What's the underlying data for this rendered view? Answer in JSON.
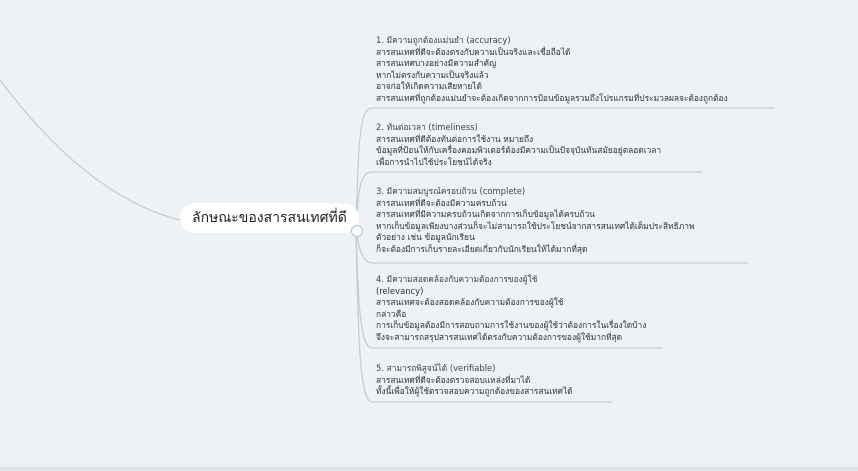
{
  "central": {
    "label": "ลักษณะของสารสนเทศที่ดี"
  },
  "topics": [
    {
      "title": "1. มีความถูกต้องแม่นยำ (accuracy)",
      "lines": [
        "สารสนเทศที่ดีจะต้องตรงกับความเป็นจริงและเชื่อถือได้",
        "สารสนเทศบางอย่างมีความสำคัญ",
        "หากไม่ตรงกับความเป็นจริงแล้ว",
        "อาจก่อให้เกิดความเสียหายได้",
        "สารสนเทศที่ถูกต้องแม่นยำจะต้องเกิดจากการป้อนข้อมูลรวมถึงโปรแกรมที่ประมวลผลจะต้องถูกต้อง"
      ]
    },
    {
      "title": "2. ทันต่อเวลา (timeliness)",
      "lines": [
        "สารสนเทศที่ดีต้องทันต่อการใช้งาน หมายถึง",
        "ข้อมูลที่ป้อนให้กับเครื่องคอมพิวเตอร์ต้องมีความเป็นปัจจุบันทันสมัยอยู่ตลอดเวลา",
        "เพื่อการนำไปใช้ประโยชน์ได้จริง"
      ]
    },
    {
      "title": "3. มีความสมบูรณ์ครอบถ้วน (complete)",
      "lines": [
        "สารสนเทศที่ดีจะต้องมีความครบถ้วน",
        "สารสนเทศที่มีความครบถ้วนเกิดจากการเก็บข้อมูลได้ครบถ้วน",
        "หากเก็บข้อมูลเพียงบางส่วนก็จะไม่สามารถใช้ประโยชน์จากสารสนเทศได้เต็มประสิทธิภาพ",
        "ตัวอย่าง เช่น ข้อมูลนักเรียน",
        "ก็จะต้องมีการเก็บรายละเอียดเกี่ยวกับนักเรียนให้ได้มากที่สุด"
      ]
    },
    {
      "title": "4. มีความสอดคล้องกับความต้องการของผู้ใช้",
      "lines": [
        "(relevancy)",
        "สารสนเทศจะต้องสอดคล้องกับความต้องการของผู้ใช้",
        "กล่าวคือ",
        "การเก็บข้อมูลต้องมีการสอบถามการใช้งานของผู้ใช้ว่าต้องการในเรื่องใดบ้าง",
        "จึงจะสามารถสรุปสารสนเทศได้ตรงกับความต้องการของผู้ใช้มากที่สุด"
      ]
    },
    {
      "title": "5. สามารถพิสูจน์ได้ (verifiable)",
      "lines": [
        "สารสนเทศที่ดีจะต้องตรวจสอบแหล่งที่มาได้",
        "ทั้งนี้เพื่อให้ผู้ใช้ตรวจสอบความถูกต้องของสารสนเทศได้"
      ]
    }
  ],
  "colors": {
    "line": "#c6cbd2",
    "background": "#eef1f6"
  }
}
